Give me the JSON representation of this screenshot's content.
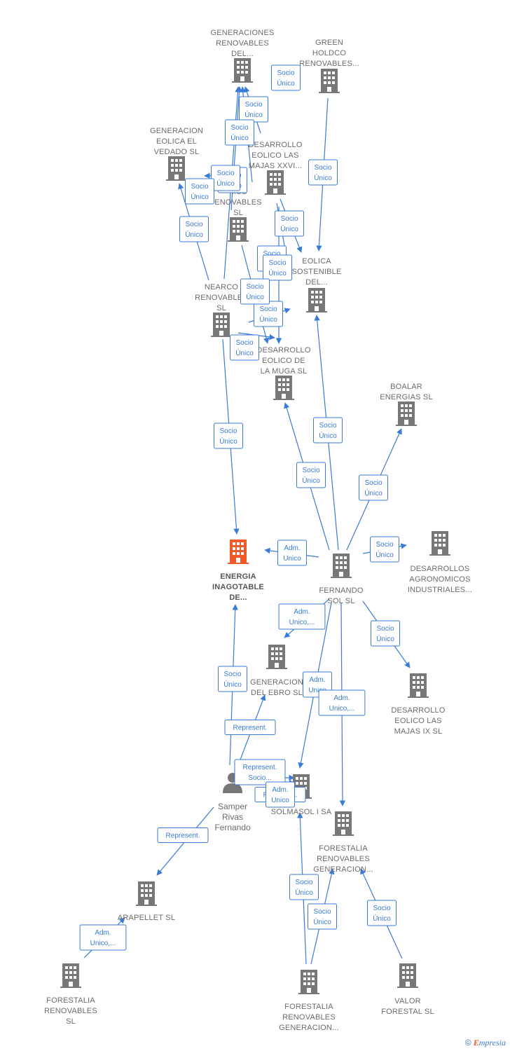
{
  "colors": {
    "edge": "#3a7bd5",
    "building": "#777777",
    "main_building": "#f05a28"
  },
  "nodes": [
    {
      "id": "gen_ren_del",
      "type": "company",
      "lines": [
        "GENERACIONES",
        "RENOVABLES",
        "DEL..."
      ]
    },
    {
      "id": "green",
      "type": "company",
      "lines": [
        "GREEN",
        "HOLDCO",
        "RENOVABLES..."
      ]
    },
    {
      "id": "gen_eolica",
      "type": "company",
      "lines": [
        "GENERACION",
        "EOLICA EL",
        "VEDADO SL"
      ]
    },
    {
      "id": "des_xxvi",
      "type": "company",
      "lines": [
        "DESARROLLO",
        "EOLICO LAS",
        "MAJAS XXVI..."
      ]
    },
    {
      "id": "mus_ren",
      "type": "company",
      "lines": [
        "MUS",
        "ENOVABLES",
        "SL"
      ]
    },
    {
      "id": "eolica_sost",
      "type": "company",
      "lines": [
        "EOLICA",
        "SOSTENIBLE",
        "DEL..."
      ]
    },
    {
      "id": "nearco",
      "type": "company",
      "lines": [
        "NEARCO",
        "RENOVABLES",
        "SL"
      ]
    },
    {
      "id": "des_muga",
      "type": "company",
      "lines": [
        "DESARROLLO",
        "EOLICO DE",
        "LA MUGA SL"
      ]
    },
    {
      "id": "boalar",
      "type": "company",
      "lines": [
        "BOALAR",
        "ENERGIAS  SL"
      ]
    },
    {
      "id": "energia",
      "type": "company",
      "main": true,
      "lines": [
        "ENERGIA",
        "INAGOTABLE",
        "DE..."
      ]
    },
    {
      "id": "fernando",
      "type": "company",
      "lines": [
        "FERNANDO",
        "SOL SL"
      ]
    },
    {
      "id": "des_agro",
      "type": "company",
      "lines": [
        "DESARROLLOS",
        "AGRONOMICOS",
        "INDUSTRIALES..."
      ]
    },
    {
      "id": "gen_ebro",
      "type": "company",
      "lines": [
        "GENERACION",
        "DEL EBRO  SL"
      ]
    },
    {
      "id": "des_ix",
      "type": "company",
      "lines": [
        "DESARROLLO",
        "EOLICO LAS",
        "MAJAS IX  SL"
      ]
    },
    {
      "id": "samper",
      "type": "person",
      "lines": [
        "Samper",
        "Rivas",
        "Fernando"
      ]
    },
    {
      "id": "solmasol",
      "type": "company",
      "lines": [
        "SOLMASOL I SA"
      ]
    },
    {
      "id": "forestalia_gen",
      "type": "company",
      "lines": [
        "FORESTALIA",
        "RENOVABLES",
        "GENERACION..."
      ]
    },
    {
      "id": "arapellet",
      "type": "company",
      "lines": [
        "ARAPELLET  SL"
      ]
    },
    {
      "id": "forestalia_sl",
      "type": "company",
      "lines": [
        "FORESTALIA",
        "RENOVABLES",
        "SL"
      ]
    },
    {
      "id": "forestalia_gen2",
      "type": "company",
      "lines": [
        "FORESTALIA",
        "RENOVABLES",
        "GENERACION..."
      ]
    },
    {
      "id": "valor",
      "type": "company",
      "lines": [
        "VALOR",
        "FORESTAL SL"
      ]
    }
  ],
  "edges": [
    {
      "id": "e1",
      "lines": [
        "Socio",
        "Único"
      ]
    },
    {
      "id": "e2",
      "lines": [
        "Socio",
        "Único"
      ]
    },
    {
      "id": "e3",
      "lines": [
        "Socio",
        "Único"
      ]
    },
    {
      "id": "e4",
      "lines": [
        "Socio",
        "Único"
      ]
    },
    {
      "id": "e5",
      "lines": [
        "Socio",
        "Único"
      ]
    },
    {
      "id": "e6",
      "lines": [
        "Socio",
        "Único"
      ]
    },
    {
      "id": "e7",
      "lines": [
        "Socio",
        "Único"
      ]
    },
    {
      "id": "e8",
      "lines": [
        "Socio",
        "Único"
      ]
    },
    {
      "id": "e9",
      "lines": [
        "Socio",
        "Único"
      ]
    },
    {
      "id": "e10",
      "lines": [
        "Socio",
        "Único"
      ]
    },
    {
      "id": "e11",
      "lines": [
        "Socio",
        "Único"
      ]
    },
    {
      "id": "e12",
      "lines": [
        "Socio",
        "Único"
      ]
    },
    {
      "id": "e13",
      "lines": [
        "Socio",
        "Único"
      ]
    },
    {
      "id": "e14",
      "lines": [
        "Socio",
        "Único"
      ]
    },
    {
      "id": "e15",
      "lines": [
        "Socio",
        "Único"
      ]
    },
    {
      "id": "e16",
      "lines": [
        "Socio",
        "Único"
      ]
    },
    {
      "id": "e17",
      "lines": [
        "Socio",
        "Único"
      ]
    },
    {
      "id": "e18",
      "lines": [
        "Socio",
        "Único"
      ]
    },
    {
      "id": "e19",
      "lines": [
        "Socio",
        "Único"
      ]
    },
    {
      "id": "e20",
      "lines": [
        "Adm.",
        "Unico"
      ]
    },
    {
      "id": "e21",
      "lines": [
        "Socio",
        "Único"
      ]
    },
    {
      "id": "e22",
      "lines": [
        "Adm.",
        "Unico,..."
      ]
    },
    {
      "id": "e23",
      "lines": [
        "Socio",
        "Único"
      ]
    },
    {
      "id": "e24",
      "lines": [
        "Represent."
      ]
    },
    {
      "id": "e25",
      "lines": [
        "Adm.",
        "Unico"
      ]
    },
    {
      "id": "e26",
      "lines": [
        "Adm.",
        "Unico,..."
      ]
    },
    {
      "id": "e27",
      "lines": [
        "Represent.",
        "Socio..."
      ]
    },
    {
      "id": "e28",
      "lines": [
        "Represent."
      ]
    },
    {
      "id": "e29",
      "lines": [
        "Adm.",
        "Unico"
      ]
    },
    {
      "id": "e30",
      "lines": [
        "Represent."
      ]
    },
    {
      "id": "e31",
      "lines": [
        "Adm.",
        "Unico,..."
      ]
    },
    {
      "id": "e32",
      "lines": [
        "Socio",
        "Único"
      ]
    },
    {
      "id": "e33",
      "lines": [
        "Socio",
        "Único"
      ]
    },
    {
      "id": "e34",
      "lines": [
        "Socio",
        "Único"
      ]
    }
  ],
  "footer": {
    "copyright": "©",
    "brand_first": "E",
    "brand_rest": "mpresia"
  }
}
